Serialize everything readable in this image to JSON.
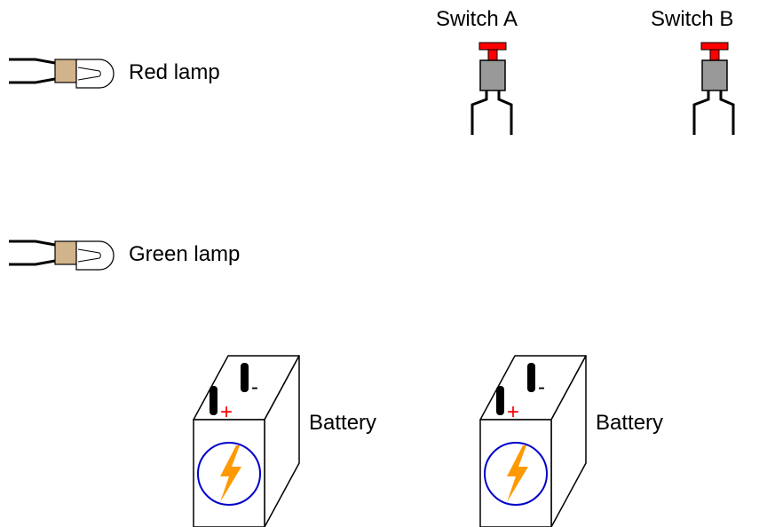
{
  "components": {
    "red_lamp": {
      "label": "Red lamp"
    },
    "green_lamp": {
      "label": "Green lamp"
    },
    "switch_a": {
      "label": "Switch A"
    },
    "switch_b": {
      "label": "Switch B"
    },
    "battery_1": {
      "label": "Battery",
      "plus": "+",
      "minus": "-"
    },
    "battery_2": {
      "label": "Battery",
      "plus": "+",
      "minus": "-"
    }
  },
  "colors": {
    "lamp_base": "#d2b48c",
    "switch_button": "#ff0000",
    "switch_body": "#999999",
    "battery_circle": "#0000cc",
    "bolt": "#ff9900",
    "plus": "#ff0000"
  }
}
